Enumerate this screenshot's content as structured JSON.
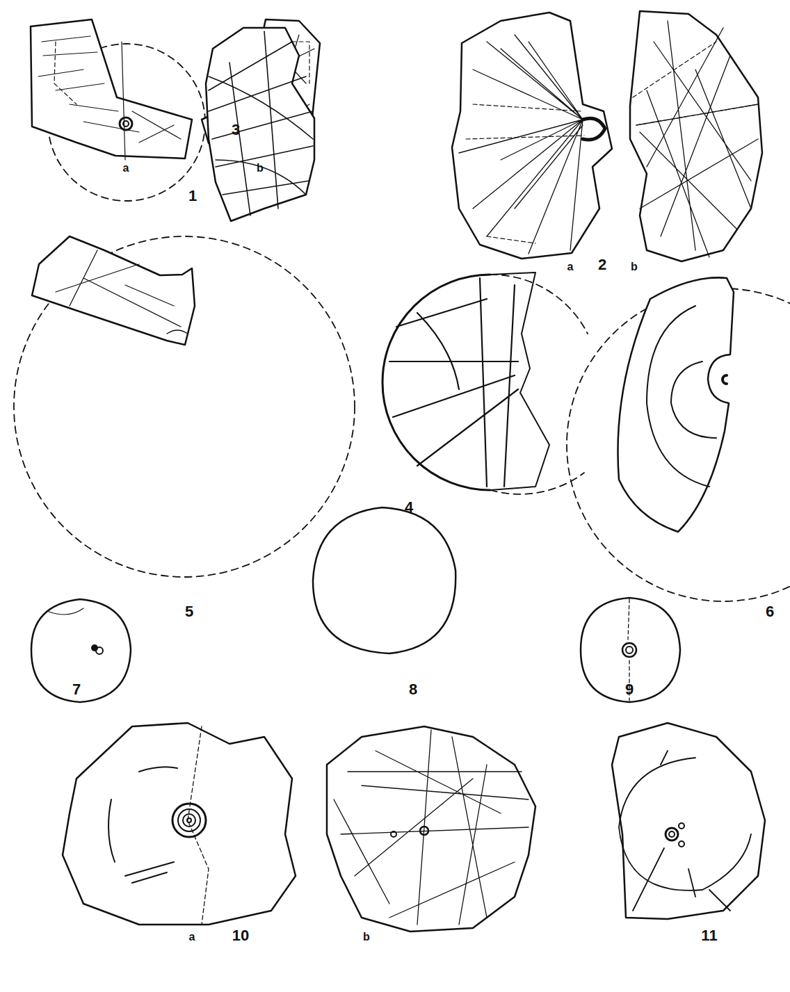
{
  "diagram": {
    "labels": [
      "a",
      "b",
      "1",
      "a",
      "2",
      "b",
      "3",
      "4",
      "5",
      "6",
      "7",
      "8",
      "9",
      "a",
      "10",
      "b",
      "11"
    ]
  }
}
